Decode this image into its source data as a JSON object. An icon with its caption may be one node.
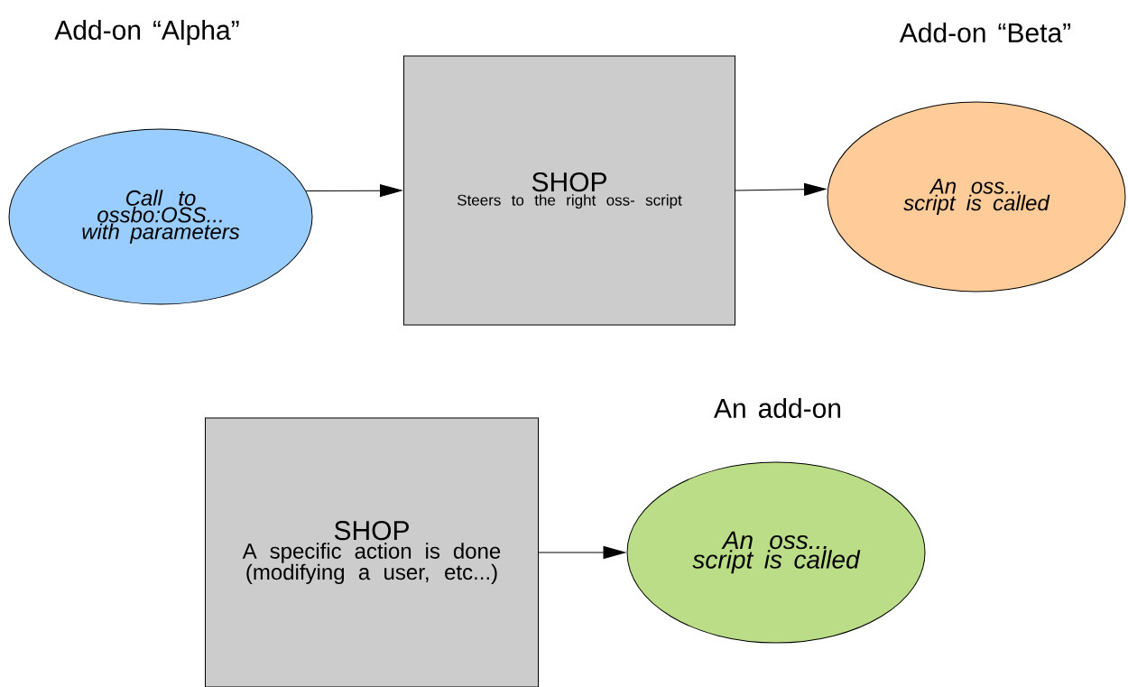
{
  "diagram": {
    "nodes": [
      {
        "text": [
          "Add-on “Alpha”",
          "Call to ossbo:OSS... with parameters"
        ]
      },
      {
        "text": [
          "SHOP",
          "Steers to the right oss- script"
        ]
      },
      {
        "text": [
          "Add-on “Beta”",
          "An oss... script is called"
        ]
      },
      {
        "text": [
          "SHOP",
          "A specific action is done (modifying a user, etc...)"
        ]
      },
      {
        "text": [
          "An add-on",
          "An oss... script is called"
        ]
      }
    ],
    "edges": [
      {
        "from": 0,
        "to": 1,
        "arrow": "to"
      },
      {
        "from": 1,
        "to": 2,
        "arrow": "to"
      },
      {
        "from": 3,
        "to": 4,
        "arrow": "to"
      }
    ]
  }
}
